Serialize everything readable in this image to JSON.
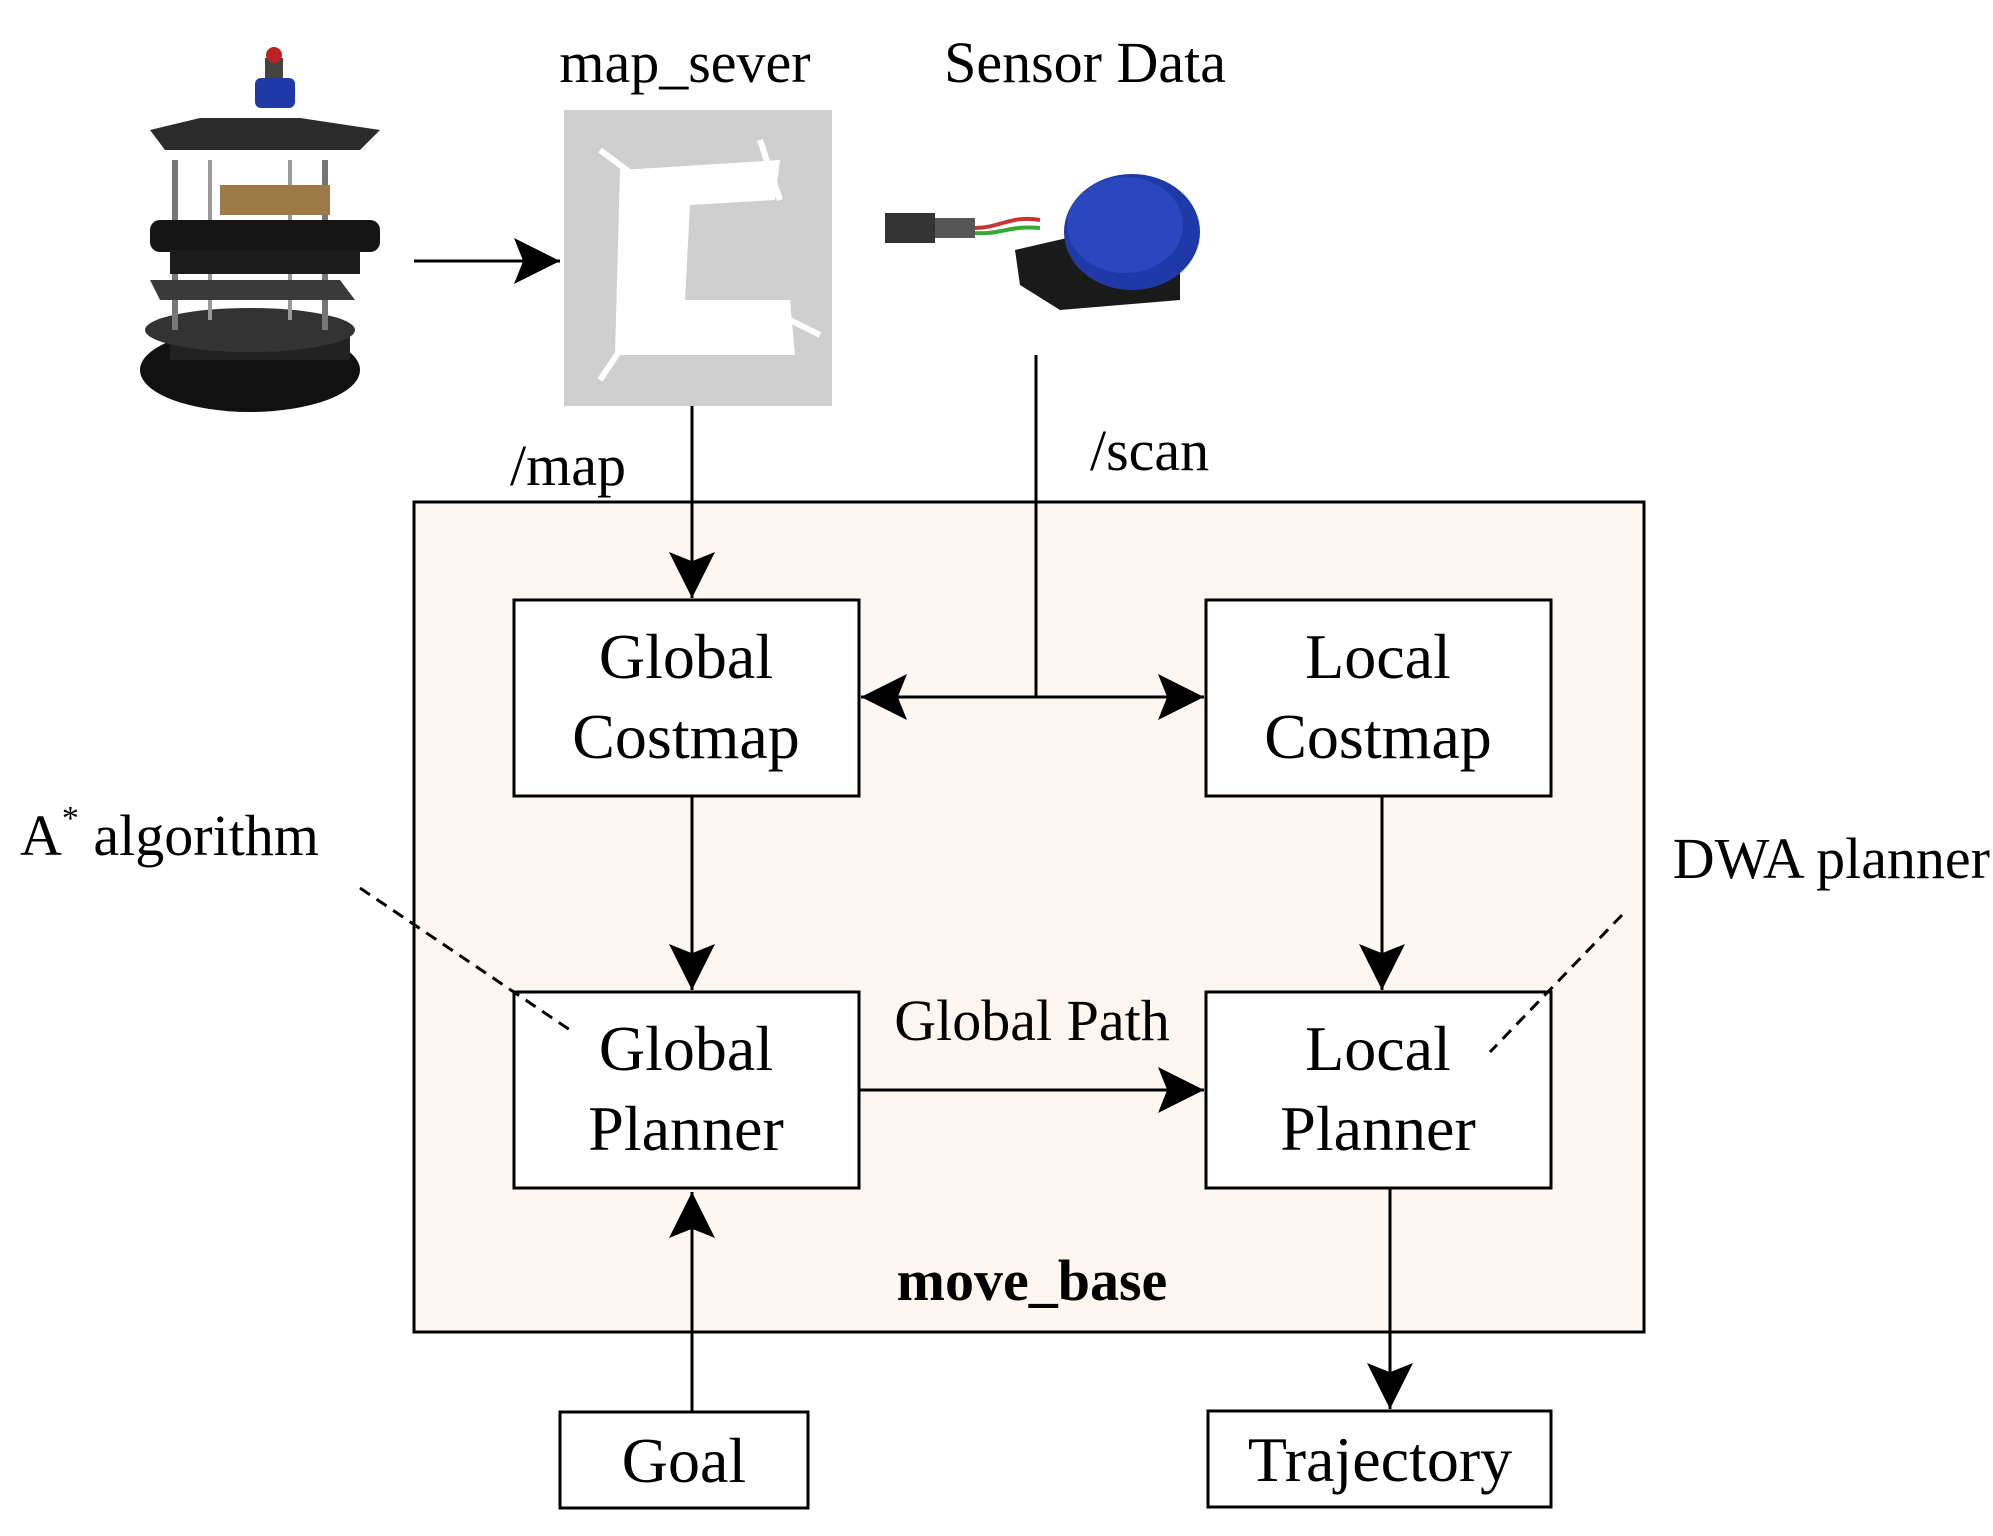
{
  "labels": {
    "map_server": "map_sever",
    "sensor_data": "Sensor Data",
    "map_topic": "/map",
    "scan_topic": "/scan",
    "a_star_base": "A",
    "a_star_sup": "*",
    "a_star_rest": " algorithm",
    "dwa": "DWA planner",
    "global_path": "Global Path",
    "move_base": "move_base"
  },
  "boxes": {
    "global_costmap": [
      "Global",
      "Costmap"
    ],
    "local_costmap": [
      "Local",
      "Costmap"
    ],
    "global_planner": [
      "Global",
      "Planner"
    ],
    "local_planner": [
      "Local",
      "Planner"
    ],
    "goal": "Goal",
    "trajectory": "Trajectory"
  },
  "colors": {
    "move_base_fill": "#fdf6f1",
    "map_gray": "#cfcfcf",
    "lidar_blue": "#1f3aa8",
    "stroke": "#000000"
  },
  "icons": {
    "robot": "turtlebot-robot-icon",
    "map": "occupancy-map-icon",
    "lidar": "lidar-sensor-icon"
  }
}
